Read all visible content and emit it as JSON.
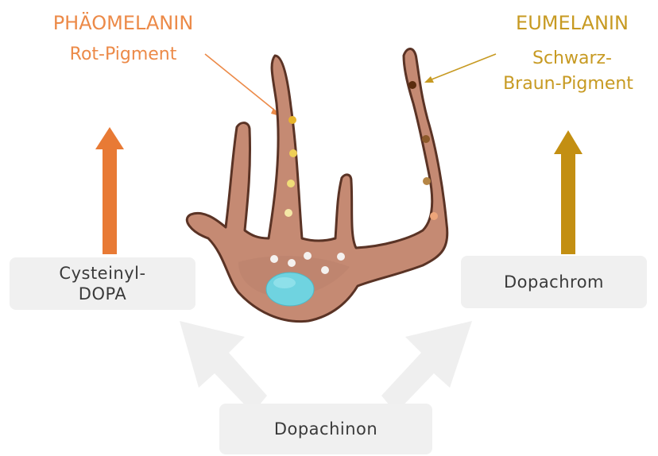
{
  "pheomelanin": {
    "title": "PHÄOMELANIN",
    "subtitle": "Rot-Pigment",
    "color": "#ec8a48"
  },
  "eumelanin": {
    "title": "EUMELANIN",
    "subtitle_line1": "Schwarz-",
    "subtitle_line2": "Braun-Pigment",
    "color": "#c79a22"
  },
  "boxes": {
    "cysteinyl_line1": "Cysteinyl-",
    "cysteinyl_line2": "DOPA",
    "dopachrom": "Dopachrom",
    "dopachinon": "Dopachinon"
  },
  "colors": {
    "cell_body": "#c58a73",
    "cell_outline": "#5a3325",
    "nucleus": "#6fd3e0",
    "pheo_arrow": "#e87a35",
    "eu_arrow": "#c38f12",
    "gray_arrow": "#efefef"
  }
}
